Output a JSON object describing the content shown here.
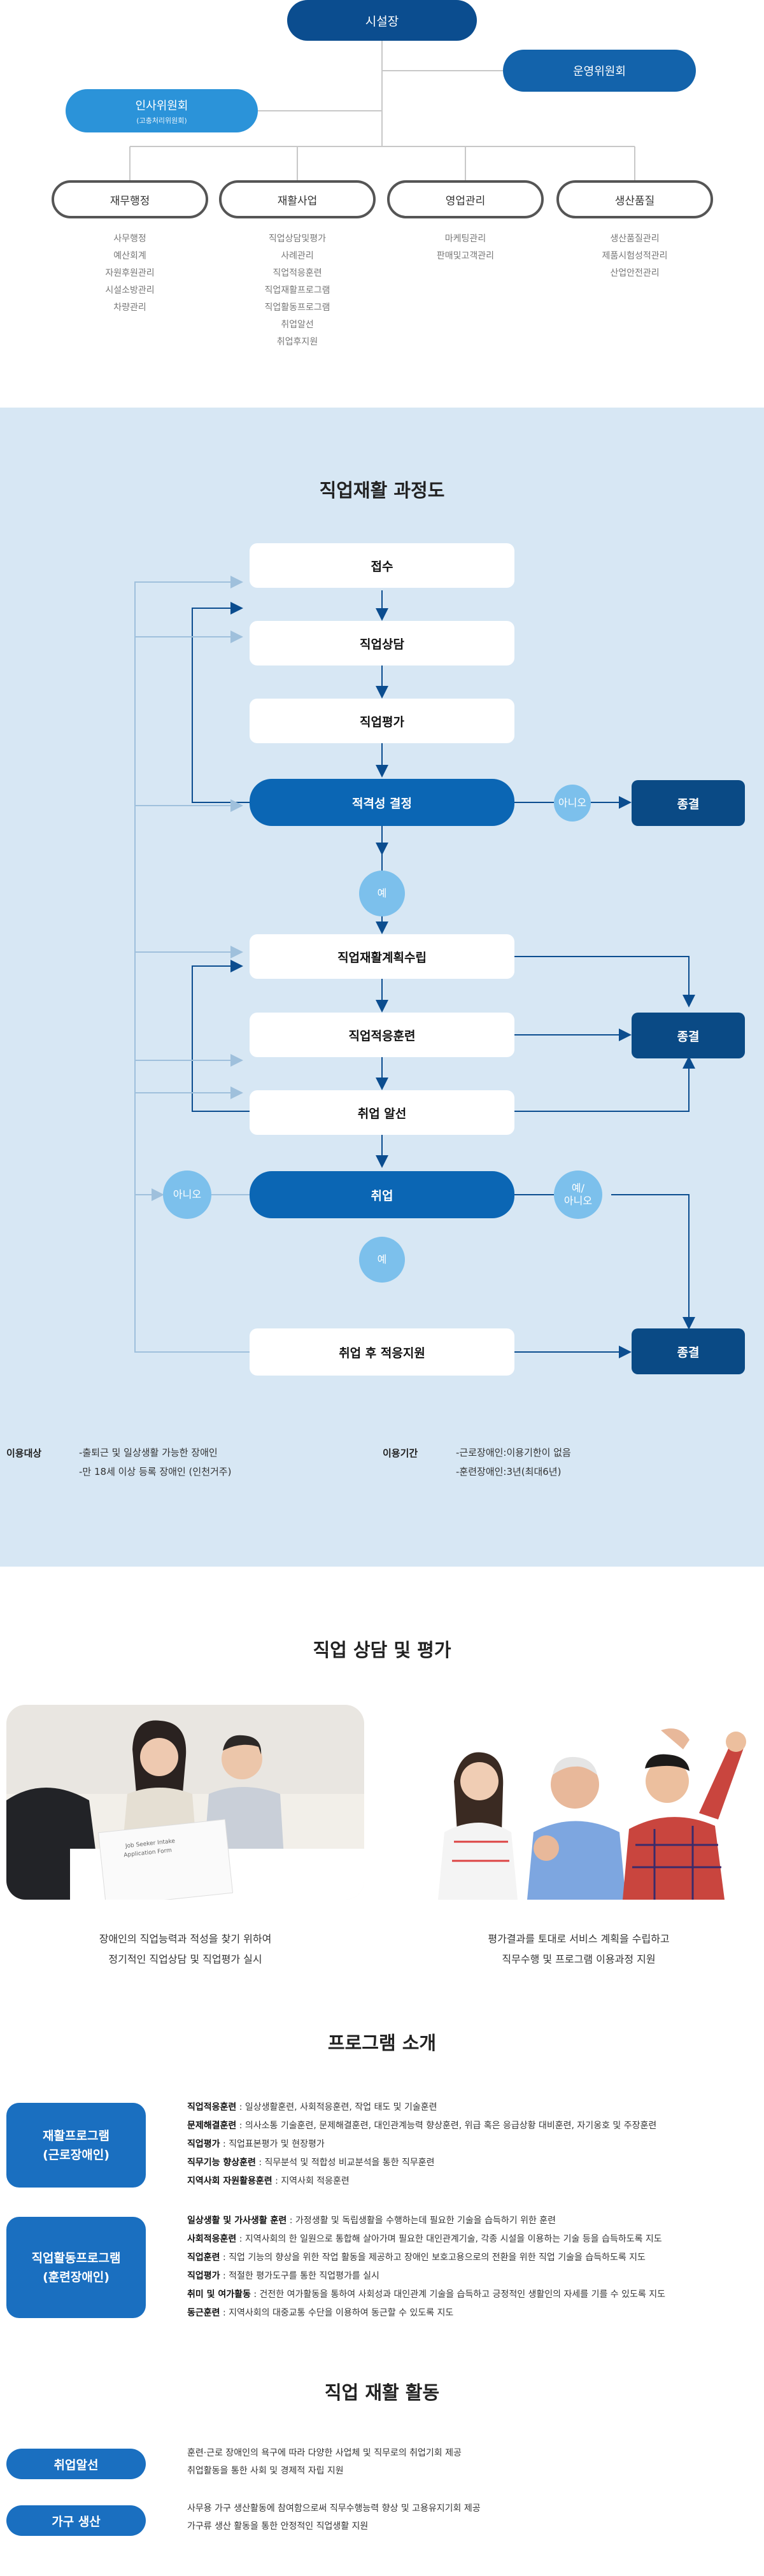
{
  "org": {
    "director": "시설장",
    "operating_committee": "운영위원회",
    "hr_committee": {
      "title": "인사위원회",
      "subtitle": "(고충처리위원회)"
    },
    "departments": [
      {
        "name": "재무행정",
        "items": [
          "사무행정",
          "예산회계",
          "자원후원관리",
          "시설소방관리",
          "차량관리"
        ]
      },
      {
        "name": "재활사업",
        "items": [
          "직업상담및평가",
          "사례관리",
          "직업적응훈련",
          "직업재활프로그램",
          "직업활동프로그램",
          "취업알선",
          "취업후지원"
        ]
      },
      {
        "name": "영업관리",
        "items": [
          "마케팅관리",
          "판매및고객관리"
        ]
      },
      {
        "name": "생산품질",
        "items": [
          "생산품질관리",
          "제품시험성적관리",
          "산업안전관리"
        ]
      }
    ]
  },
  "process": {
    "title": "직업재활 과정도",
    "steps": {
      "intake": "접수",
      "counsel": "직업상담",
      "evaluation": "직업평가",
      "eligibility": "적격성 결정",
      "plan": "직업재활계획수립",
      "training": "직업적응훈련",
      "placement": "취업 알선",
      "employment": "취업",
      "support": "취업 후 적응지원",
      "end": "종결"
    },
    "labels": {
      "yes": "예",
      "no": "아니오",
      "yes_no_1": "예/",
      "yes_no_2": "아니오"
    },
    "eligibility": {
      "label": "이용대상",
      "lines": [
        "-출퇴근 및 일상생활 가능한 장애인",
        "-만 18세 이상 등록 장애인 (인천거주)"
      ]
    },
    "period": {
      "label": "이용기간",
      "lines": [
        "-근로장애인:이용기한이 없음",
        "-훈련장애인:3년(최대6년)"
      ]
    }
  },
  "counseling": {
    "title": "직업 상담 및 평가",
    "items": [
      {
        "photo": "counseling-photo",
        "lines": [
          "장애인의 직업능력과 적성을 찾기 위하여",
          "정기적인 직업상담 및 직업평가 실시"
        ]
      },
      {
        "photo": "people-photo",
        "lines": [
          "평가결과를 토대로 서비스 계획을 수립하고",
          "직무수행 및 프로그램 이용과정 지원"
        ]
      }
    ],
    "paper_text": [
      "Job Seeker Intake",
      "Application Form"
    ]
  },
  "programs": {
    "title": "프로그램 소개",
    "groups": [
      {
        "badge": [
          "재활프로그램",
          "(근로장애인)"
        ],
        "items": [
          {
            "name": "직업적응훈련",
            "desc": " : 일상생활훈련, 사회적응훈련, 작업 태도 및 기술훈련"
          },
          {
            "name": "문제해결훈련",
            "desc": " : 의사소통 기술훈련, 문제해결훈련, 대인관계능력 향상훈련, 위급 혹은 응급상황 대비훈련, 자기옹호 및 주장훈련"
          },
          {
            "name": "직업평가",
            "desc": " : 직업표본평가 및 현장평가"
          },
          {
            "name": "직무기능 향상훈련",
            "desc": " : 직무분석 및 적합성 비교분석을 통한 직무훈련"
          },
          {
            "name": "지역사회 자원활용훈련",
            "desc": " : 지역사회 적응훈련"
          }
        ]
      },
      {
        "badge": [
          "직업활동프로그램",
          "(훈련장애인)"
        ],
        "items": [
          {
            "name": "일상생활 및 가사생활 훈련",
            "desc": " : 가정생활 및 독립생활을 수행하는데 필요한 기술을 습득하기 위한 훈련"
          },
          {
            "name": "사회적응훈련",
            "desc": " : 지역사회의 한 일원으로 통합해 살아가며 필요한 대인관계기술, 각종 시설을 이용하는 기술 등을 습득하도록 지도"
          },
          {
            "name": "직업훈련",
            "desc": " : 직업 기능의 향상을 위한 작업 활동을 제공하고 장애인 보호고용으로의 전환을 위한 직업 기술을 습득하도록 지도"
          },
          {
            "name": "직업평가",
            "desc": " : 적절한 평가도구를 통한 직업평가를 실시"
          },
          {
            "name": "취미 및 여가활동",
            "desc": " : 건전한 여가활동을 통하여 사회성과 대인관계 기술을 습득하고 긍정적인 생활인의 자세를 기를 수 있도록 지도"
          },
          {
            "name": "동근훈련",
            "desc": " : 지역사회의 대중교통 수단을 이용하여 동근할 수 있도록 지도"
          }
        ]
      }
    ]
  },
  "activities": {
    "title": "직업 재활 활동",
    "items": [
      {
        "badge": "취업알선",
        "lines": [
          "훈련·근로 장애인의 욕구에 따라 다양한 사업체 및 직무로의 취업기회 제공",
          "취업활동을 통한 사회 및 경제적 자립 지원"
        ]
      },
      {
        "badge": "가구 생산",
        "lines": [
          "사무용 가구 생산활동에 참여함으로써 직무수행능력 향상 및 고용유지기회 제공",
          "가구류 생산 활동을 통한 안정적인 직업생활 지원"
        ]
      }
    ]
  }
}
